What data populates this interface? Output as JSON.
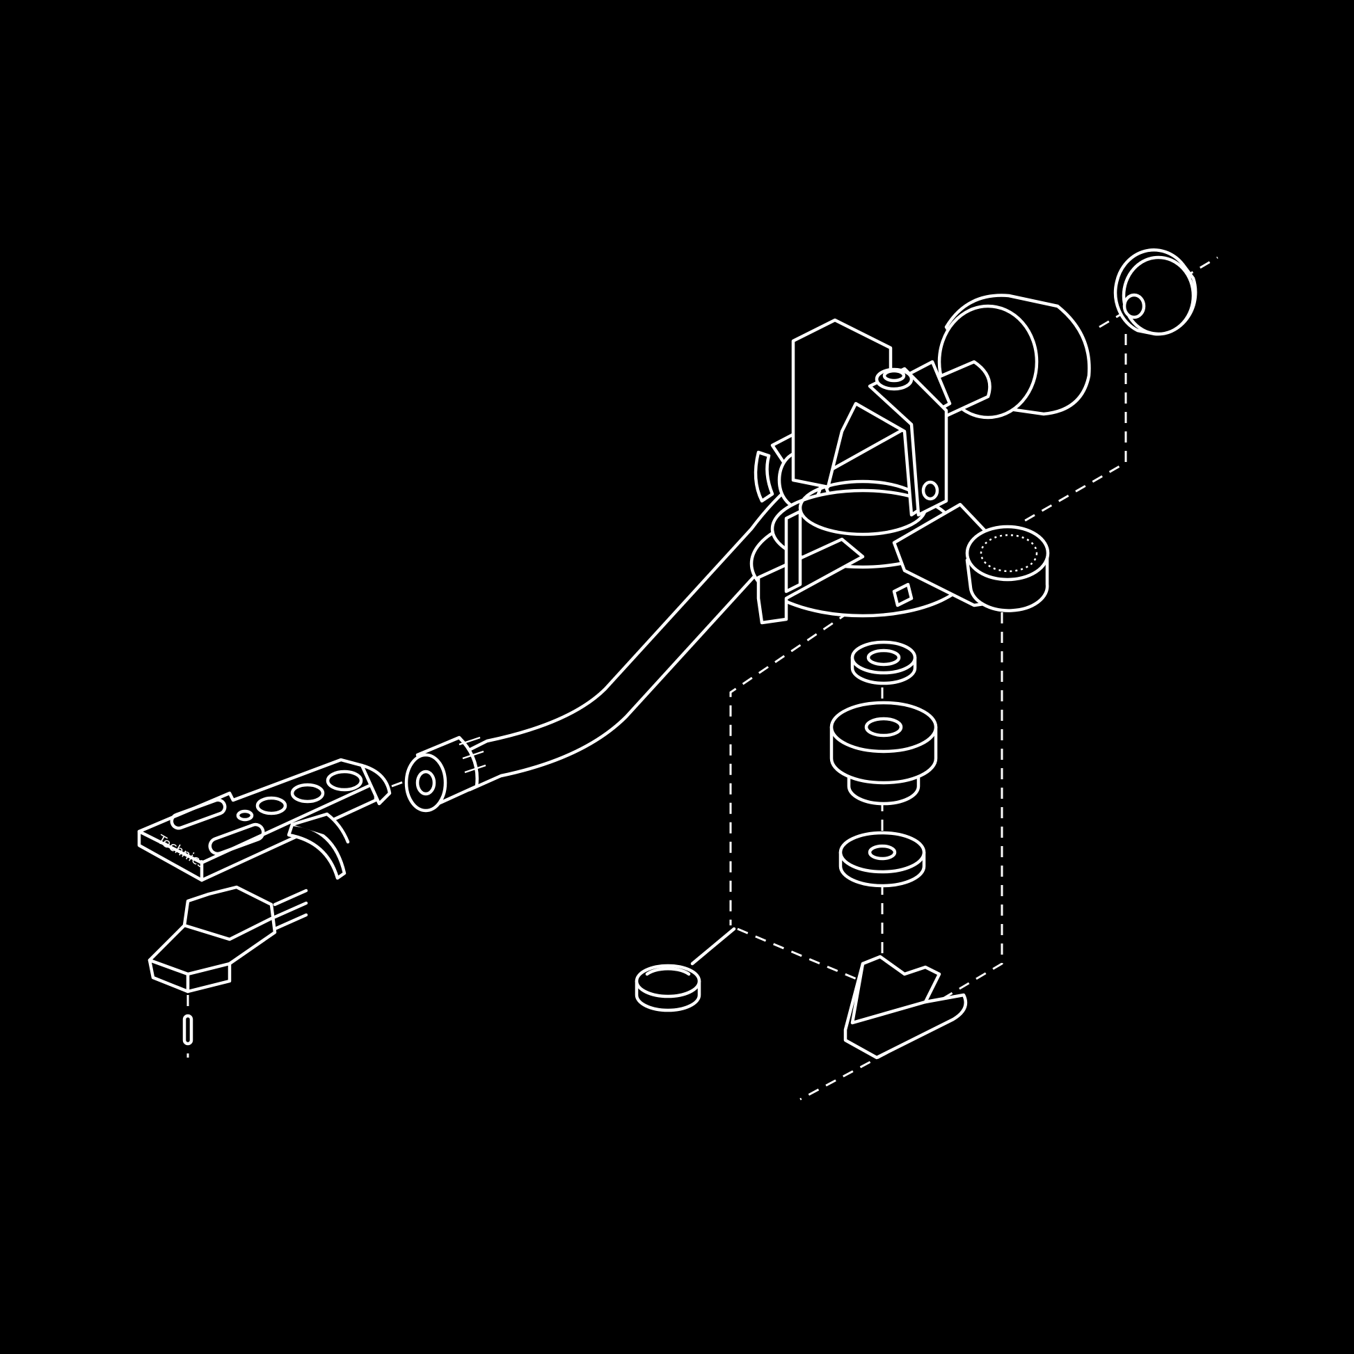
{
  "diagram": {
    "background_color": "#000000",
    "line_color": "#ffffff",
    "headshell_logo": "Technics",
    "parts": [
      "end-cap",
      "counterweight",
      "pivot-gimbal",
      "arm-tube",
      "arm-lift",
      "anti-skate-dial",
      "base-ring",
      "washer-top",
      "bushing",
      "washer-bottom",
      "arm-rest",
      "rubber-cap",
      "headshell",
      "cartridge",
      "stylus"
    ]
  }
}
